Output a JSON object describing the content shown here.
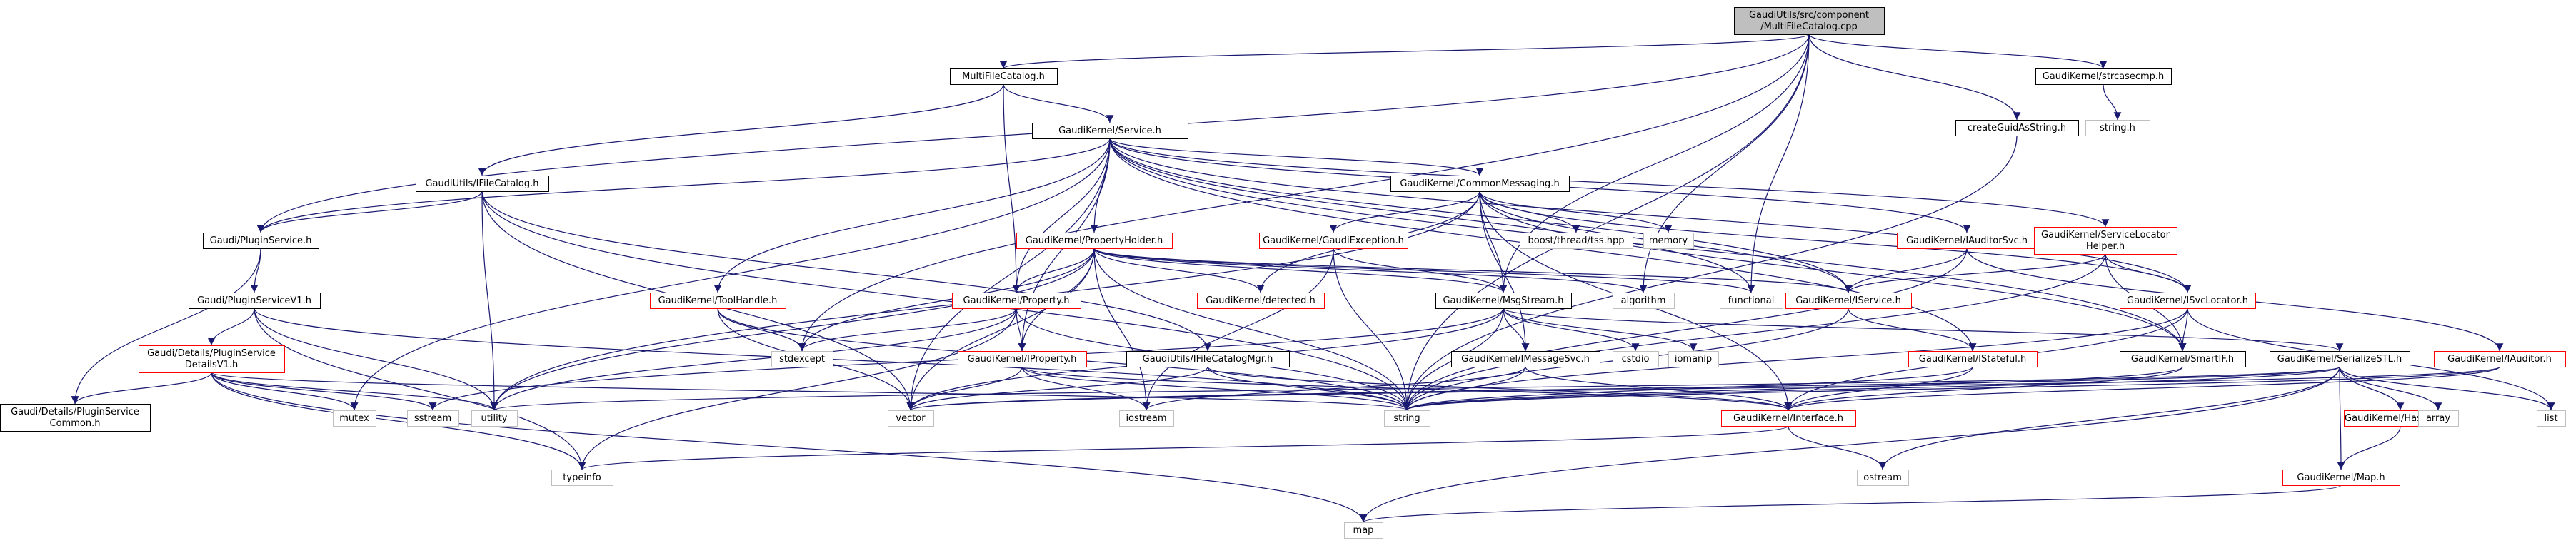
{
  "colors": {
    "edge": "#191970",
    "border_default": "#000000",
    "border_incomplete": "#ff0000",
    "border_system": "#bfbfbf",
    "root_fill": "#bfbfbf",
    "text": "#000000"
  },
  "nodes": [
    {
      "id": "root",
      "lines": [
        "GaudiUtils/src/component",
        "/MultiFileCatalog.cpp"
      ],
      "kind": "root"
    },
    {
      "id": "multifilecatalog",
      "lines": [
        "MultiFileCatalog.h"
      ],
      "kind": "normal"
    },
    {
      "id": "strcasecmp",
      "lines": [
        "GaudiKernel/strcasecmp.h"
      ],
      "kind": "normal"
    },
    {
      "id": "createguid",
      "lines": [
        "createGuidAsString.h"
      ],
      "kind": "normal"
    },
    {
      "id": "string_h",
      "lines": [
        "string.h"
      ],
      "kind": "system"
    },
    {
      "id": "service",
      "lines": [
        "GaudiKernel/Service.h"
      ],
      "kind": "normal"
    },
    {
      "id": "ifilecatalog",
      "lines": [
        "GaudiUtils/IFileCatalog.h"
      ],
      "kind": "normal"
    },
    {
      "id": "commonmessaging",
      "lines": [
        "GaudiKernel/CommonMessaging.h"
      ],
      "kind": "normal"
    },
    {
      "id": "pluginservice",
      "lines": [
        "Gaudi/PluginService.h"
      ],
      "kind": "normal"
    },
    {
      "id": "propertyholder",
      "lines": [
        "GaudiKernel/PropertyHolder.h"
      ],
      "kind": "incomplete"
    },
    {
      "id": "gaudiexception",
      "lines": [
        "GaudiKernel/GaudiException.h"
      ],
      "kind": "incomplete"
    },
    {
      "id": "tss",
      "lines": [
        "boost/thread/tss.hpp"
      ],
      "kind": "system"
    },
    {
      "id": "memory",
      "lines": [
        "memory"
      ],
      "kind": "system"
    },
    {
      "id": "iauditorsvc",
      "lines": [
        "GaudiKernel/IAuditorSvc.h"
      ],
      "kind": "incomplete"
    },
    {
      "id": "servicelocatorhelper",
      "lines": [
        "GaudiKernel/ServiceLocator",
        "Helper.h"
      ],
      "kind": "incomplete"
    },
    {
      "id": "pluginservicev1",
      "lines": [
        "Gaudi/PluginServiceV1.h"
      ],
      "kind": "normal"
    },
    {
      "id": "toolhandle",
      "lines": [
        "GaudiKernel/ToolHandle.h"
      ],
      "kind": "incomplete"
    },
    {
      "id": "property",
      "lines": [
        "GaudiKernel/Property.h"
      ],
      "kind": "incomplete"
    },
    {
      "id": "detected",
      "lines": [
        "GaudiKernel/detected.h"
      ],
      "kind": "incomplete"
    },
    {
      "id": "msgstream",
      "lines": [
        "GaudiKernel/MsgStream.h"
      ],
      "kind": "normal"
    },
    {
      "id": "algorithm",
      "lines": [
        "algorithm"
      ],
      "kind": "system"
    },
    {
      "id": "functional",
      "lines": [
        "functional"
      ],
      "kind": "system"
    },
    {
      "id": "iservice",
      "lines": [
        "GaudiKernel/IService.h"
      ],
      "kind": "incomplete"
    },
    {
      "id": "isvclocator",
      "lines": [
        "GaudiKernel/ISvcLocator.h"
      ],
      "kind": "incomplete"
    },
    {
      "id": "details_v1",
      "lines": [
        "Gaudi/Details/PluginService",
        "DetailsV1.h"
      ],
      "kind": "incomplete"
    },
    {
      "id": "iproperty",
      "lines": [
        "GaudiKernel/IProperty.h"
      ],
      "kind": "incomplete"
    },
    {
      "id": "ifilecatalogmgr",
      "lines": [
        "GaudiUtils/IFileCatalogMgr.h"
      ],
      "kind": "normal"
    },
    {
      "id": "stdexcept",
      "lines": [
        "stdexcept"
      ],
      "kind": "system"
    },
    {
      "id": "imessagesvc",
      "lines": [
        "GaudiKernel/IMessageSvc.h"
      ],
      "kind": "normal"
    },
    {
      "id": "cstdio",
      "lines": [
        "cstdio"
      ],
      "kind": "system"
    },
    {
      "id": "iomanip",
      "lines": [
        "iomanip"
      ],
      "kind": "system"
    },
    {
      "id": "istateful",
      "lines": [
        "GaudiKernel/IStateful.h"
      ],
      "kind": "incomplete"
    },
    {
      "id": "smartif",
      "lines": [
        "GaudiKernel/SmartIF.h"
      ],
      "kind": "normal"
    },
    {
      "id": "serializestl",
      "lines": [
        "GaudiKernel/SerializeSTL.h"
      ],
      "kind": "normal"
    },
    {
      "id": "iauditor",
      "lines": [
        "GaudiKernel/IAuditor.h"
      ],
      "kind": "incomplete"
    },
    {
      "id": "details_common",
      "lines": [
        "Gaudi/Details/PluginService",
        "Common.h"
      ],
      "kind": "normal"
    },
    {
      "id": "mutex",
      "lines": [
        "mutex"
      ],
      "kind": "system"
    },
    {
      "id": "sstream",
      "lines": [
        "sstream"
      ],
      "kind": "system"
    },
    {
      "id": "utility",
      "lines": [
        "utility"
      ],
      "kind": "system"
    },
    {
      "id": "vector",
      "lines": [
        "vector"
      ],
      "kind": "system"
    },
    {
      "id": "iostream",
      "lines": [
        "iostream"
      ],
      "kind": "system"
    },
    {
      "id": "string",
      "lines": [
        "string"
      ],
      "kind": "system"
    },
    {
      "id": "interface",
      "lines": [
        "GaudiKernel/Interface.h"
      ],
      "kind": "incomplete"
    },
    {
      "id": "hashmap",
      "lines": [
        "GaudiKernel/HashMap.h"
      ],
      "kind": "incomplete"
    },
    {
      "id": "array",
      "lines": [
        "array"
      ],
      "kind": "system"
    },
    {
      "id": "list",
      "lines": [
        "list"
      ],
      "kind": "system"
    },
    {
      "id": "typeinfo",
      "lines": [
        "typeinfo"
      ],
      "kind": "system"
    },
    {
      "id": "ostream",
      "lines": [
        "ostream"
      ],
      "kind": "system"
    },
    {
      "id": "map_h",
      "lines": [
        "GaudiKernel/Map.h"
      ],
      "kind": "incomplete"
    },
    {
      "id": "map",
      "lines": [
        "map"
      ],
      "kind": "system"
    }
  ],
  "edges": [
    [
      "root",
      "multifilecatalog"
    ],
    [
      "root",
      "strcasecmp"
    ],
    [
      "root",
      "createguid"
    ],
    [
      "root",
      "pluginservice"
    ],
    [
      "root",
      "stdexcept"
    ],
    [
      "root",
      "msgstream"
    ],
    [
      "root",
      "algorithm"
    ],
    [
      "root",
      "functional"
    ],
    [
      "root",
      "string"
    ],
    [
      "strcasecmp",
      "string_h"
    ],
    [
      "createguid",
      "string"
    ],
    [
      "multifilecatalog",
      "service"
    ],
    [
      "multifilecatalog",
      "ifilecatalog"
    ],
    [
      "multifilecatalog",
      "property"
    ],
    [
      "service",
      "commonmessaging"
    ],
    [
      "service",
      "pluginservice"
    ],
    [
      "service",
      "propertyholder"
    ],
    [
      "service",
      "iauditorsvc"
    ],
    [
      "service",
      "servicelocatorhelper"
    ],
    [
      "service",
      "toolhandle"
    ],
    [
      "service",
      "property"
    ],
    [
      "service",
      "iproperty"
    ],
    [
      "service",
      "iservice"
    ],
    [
      "service",
      "isvclocator"
    ],
    [
      "service",
      "smartif"
    ],
    [
      "service",
      "mutex"
    ],
    [
      "service",
      "vector"
    ],
    [
      "service",
      "functional"
    ],
    [
      "service",
      "istateful"
    ],
    [
      "ifilecatalog",
      "pluginservice"
    ],
    [
      "ifilecatalog",
      "ifilecatalogmgr"
    ],
    [
      "ifilecatalog",
      "utility"
    ],
    [
      "ifilecatalog",
      "vector"
    ],
    [
      "ifilecatalog",
      "string"
    ],
    [
      "commonmessaging",
      "gaudiexception"
    ],
    [
      "commonmessaging",
      "tss"
    ],
    [
      "commonmessaging",
      "memory"
    ],
    [
      "commonmessaging",
      "msgstream"
    ],
    [
      "commonmessaging",
      "imessagesvc"
    ],
    [
      "commonmessaging",
      "iservice"
    ],
    [
      "commonmessaging",
      "isvclocator"
    ],
    [
      "commonmessaging",
      "smartif"
    ],
    [
      "commonmessaging",
      "detected"
    ],
    [
      "commonmessaging",
      "utility"
    ],
    [
      "commonmessaging",
      "interface"
    ],
    [
      "pluginservice",
      "pluginservicev1"
    ],
    [
      "pluginservice",
      "details_common"
    ],
    [
      "pluginservicev1",
      "details_v1"
    ],
    [
      "pluginservicev1",
      "utility"
    ],
    [
      "pluginservicev1",
      "string"
    ],
    [
      "pluginservicev1",
      "typeinfo"
    ],
    [
      "details_v1",
      "details_common"
    ],
    [
      "details_v1",
      "mutex"
    ],
    [
      "details_v1",
      "sstream"
    ],
    [
      "details_v1",
      "utility"
    ],
    [
      "details_v1",
      "string"
    ],
    [
      "details_v1",
      "typeinfo"
    ],
    [
      "details_v1",
      "map"
    ],
    [
      "propertyholder",
      "property"
    ],
    [
      "propertyholder",
      "iproperty"
    ],
    [
      "propertyholder",
      "detected"
    ],
    [
      "propertyholder",
      "msgstream"
    ],
    [
      "propertyholder",
      "algorithm"
    ],
    [
      "propertyholder",
      "functional"
    ],
    [
      "propertyholder",
      "iservice"
    ],
    [
      "propertyholder",
      "stdexcept"
    ],
    [
      "propertyholder",
      "utility"
    ],
    [
      "propertyholder",
      "vector"
    ],
    [
      "propertyholder",
      "iostream"
    ],
    [
      "propertyholder",
      "string"
    ],
    [
      "gaudiexception",
      "msgstream"
    ],
    [
      "gaudiexception",
      "string"
    ],
    [
      "gaudiexception",
      "iostream"
    ],
    [
      "iauditorsvc",
      "iservice"
    ],
    [
      "iauditorsvc",
      "iauditor"
    ],
    [
      "iauditorsvc",
      "string"
    ],
    [
      "servicelocatorhelper",
      "iservice"
    ],
    [
      "servicelocatorhelper",
      "isvclocator"
    ],
    [
      "servicelocatorhelper",
      "smartif"
    ],
    [
      "servicelocatorhelper",
      "string"
    ],
    [
      "toolhandle",
      "stdexcept"
    ],
    [
      "toolhandle",
      "string"
    ],
    [
      "toolhandle",
      "vector"
    ],
    [
      "property",
      "iproperty"
    ],
    [
      "property",
      "stdexcept"
    ],
    [
      "property",
      "string"
    ],
    [
      "property",
      "typeinfo"
    ],
    [
      "property",
      "utility"
    ],
    [
      "msgstream",
      "imessagesvc"
    ],
    [
      "msgstream",
      "serializestl"
    ],
    [
      "msgstream",
      "cstdio"
    ],
    [
      "msgstream",
      "iomanip"
    ],
    [
      "msgstream",
      "string"
    ],
    [
      "msgstream",
      "vector"
    ],
    [
      "msgstream",
      "sstream"
    ],
    [
      "iservice",
      "istateful"
    ],
    [
      "iservice",
      "string"
    ],
    [
      "isvclocator",
      "interface"
    ],
    [
      "isvclocator",
      "smartif"
    ],
    [
      "isvclocator",
      "string"
    ],
    [
      "isvclocator",
      "list"
    ],
    [
      "iproperty",
      "vector"
    ],
    [
      "iproperty",
      "iostream"
    ],
    [
      "iproperty",
      "string"
    ],
    [
      "iproperty",
      "interface"
    ],
    [
      "ifilecatalogmgr",
      "vector"
    ],
    [
      "ifilecatalogmgr",
      "string"
    ],
    [
      "ifilecatalogmgr",
      "interface"
    ],
    [
      "imessagesvc",
      "iostream"
    ],
    [
      "imessagesvc",
      "string"
    ],
    [
      "imessagesvc",
      "interface"
    ],
    [
      "istateful",
      "interface"
    ],
    [
      "istateful",
      "string"
    ],
    [
      "smartif",
      "string"
    ],
    [
      "smartif",
      "interface"
    ],
    [
      "serializestl",
      "hashmap"
    ],
    [
      "serializestl",
      "map_h"
    ],
    [
      "serializestl",
      "array"
    ],
    [
      "serializestl",
      "list"
    ],
    [
      "serializestl",
      "ostream"
    ],
    [
      "serializestl",
      "map"
    ],
    [
      "serializestl",
      "vector"
    ],
    [
      "serializestl",
      "string"
    ],
    [
      "serializestl",
      "utility"
    ],
    [
      "iauditor",
      "interface"
    ],
    [
      "iauditor",
      "string"
    ],
    [
      "iauditor",
      "vector"
    ],
    [
      "interface",
      "typeinfo"
    ],
    [
      "interface",
      "ostream"
    ],
    [
      "hashmap",
      "map_h"
    ],
    [
      "map_h",
      "map"
    ]
  ]
}
